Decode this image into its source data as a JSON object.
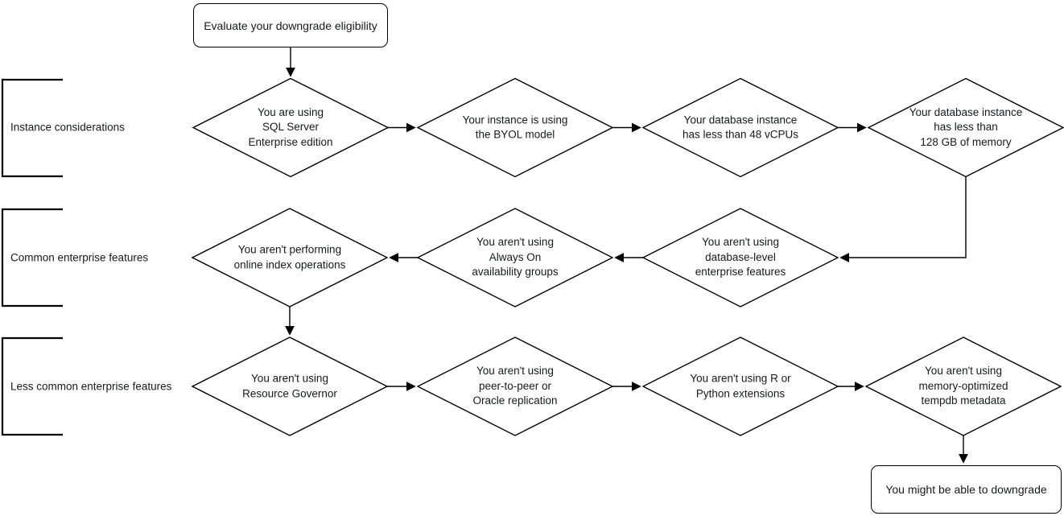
{
  "diagram": {
    "start_node": {
      "label": "Evaluate your downgrade eligibility"
    },
    "end_node": {
      "label": "You might be able to downgrade"
    },
    "groups": [
      {
        "label": "Instance considerations"
      },
      {
        "label": "Common enterprise features"
      },
      {
        "label": "Less common enterprise features"
      }
    ],
    "rows": [
      {
        "group": "Instance considerations",
        "direction": "left-to-right",
        "nodes": [
          {
            "text": "You are using\nSQL Server\nEnterprise edition"
          },
          {
            "text": "Your instance is using\nthe BYOL model"
          },
          {
            "text": "Your database instance\nhas less than 48 vCPUs"
          },
          {
            "text": "Your database instance\nhas less than\n128 GB of memory"
          }
        ]
      },
      {
        "group": "Common enterprise features",
        "direction": "right-to-left",
        "nodes": [
          {
            "text": "You aren't performing\nonline index operations"
          },
          {
            "text": "You aren't using\nAlways On\navailability groups"
          },
          {
            "text": "You aren't using\ndatabase-level\nenterprise features"
          }
        ]
      },
      {
        "group": "Less common enterprise features",
        "direction": "left-to-right",
        "nodes": [
          {
            "text": "You aren't using\nResource Governor"
          },
          {
            "text": "You aren't using\npeer-to-peer or\nOracle replication"
          },
          {
            "text": "You aren't using R or\nPython extensions"
          },
          {
            "text": "You aren't using\nmemory-optimized\ntempdb metadata"
          }
        ]
      }
    ],
    "colors": {
      "stroke": "#000000",
      "text": "#16191f",
      "background": "#ffffff"
    }
  }
}
